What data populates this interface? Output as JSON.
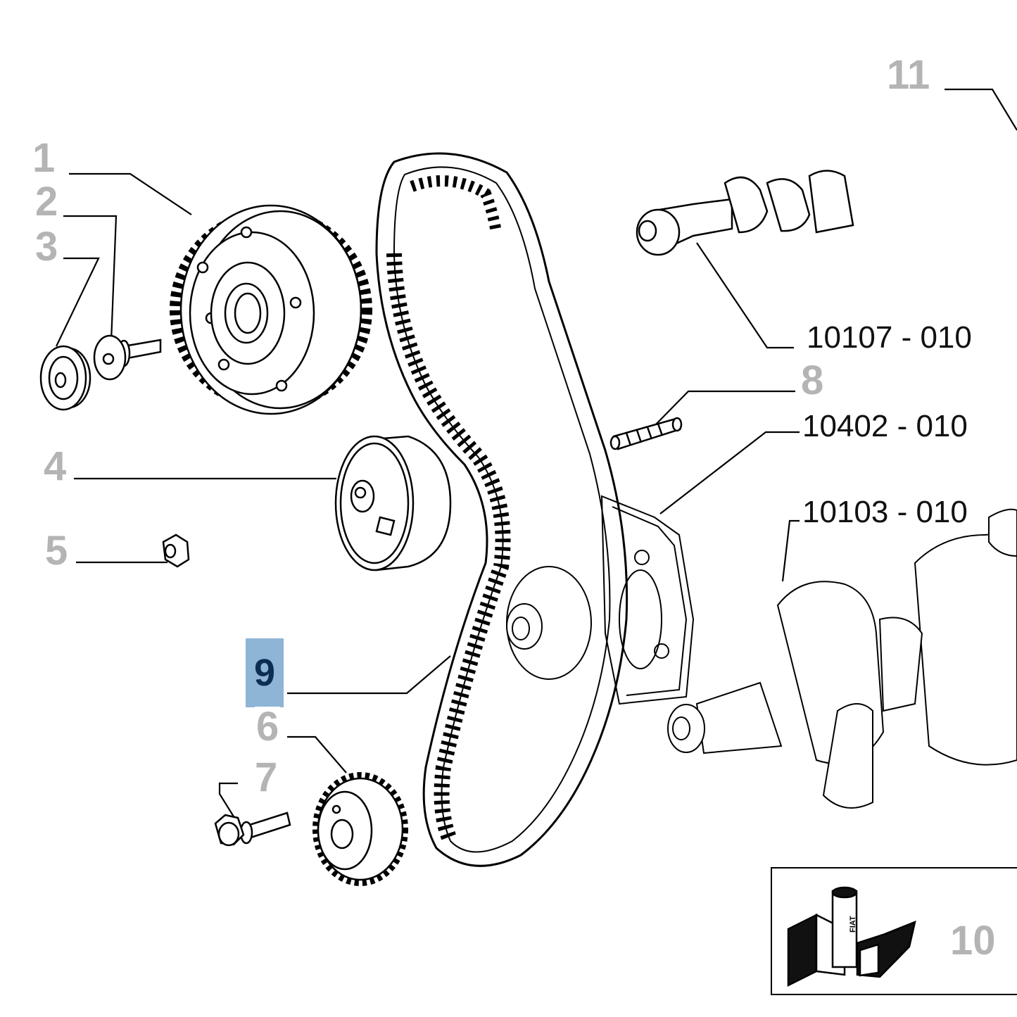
{
  "callouts": {
    "c1": "1",
    "c2": "2",
    "c3": "3",
    "c4": "4",
    "c5": "5",
    "c6": "6",
    "c7": "7",
    "c8": "8",
    "c9": "9",
    "c10": "10",
    "c11": "11"
  },
  "references": {
    "r1": "10107 - 010",
    "r2": "10402 - 010",
    "r3": "10103 - 010"
  },
  "legend_icon_text": "FIAT",
  "colors": {
    "highlight_bg": "#8eb4d6",
    "highlight_text": "#0c2e52",
    "callout_text": "#b4b4b4",
    "line": "#000000"
  }
}
